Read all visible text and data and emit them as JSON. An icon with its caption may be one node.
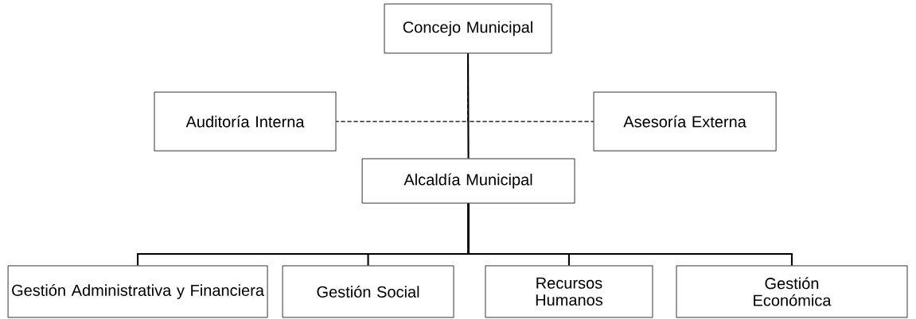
{
  "diagram": {
    "nodes": [
      {
        "text": [
          "Concejo Municipal"
        ]
      },
      {
        "text": [
          "Auditoría Interna"
        ]
      },
      {
        "text": [
          "Asesoría Externa"
        ]
      },
      {
        "text": [
          "Alcaldía Municipal"
        ]
      },
      {
        "text": [
          "Gestión Administrativa y Financiera"
        ]
      },
      {
        "text": [
          "Gestión Social"
        ]
      },
      {
        "text": [
          "Recursos Humanos"
        ]
      },
      {
        "text": [
          "Gestión Económica"
        ]
      }
    ],
    "edges": [
      {
        "from": 0,
        "to": 3,
        "arrow": "none"
      },
      {
        "from": 0,
        "to": 1,
        "arrow": "none",
        "style": "dashed"
      },
      {
        "from": 0,
        "to": 2,
        "arrow": "none",
        "style": "dashed"
      },
      {
        "from": 3,
        "to": 4,
        "arrow": "none"
      },
      {
        "from": 3,
        "to": 5,
        "arrow": "none"
      },
      {
        "from": 3,
        "to": 6,
        "arrow": "none"
      },
      {
        "from": 3,
        "to": 7,
        "arrow": "none"
      }
    ]
  }
}
